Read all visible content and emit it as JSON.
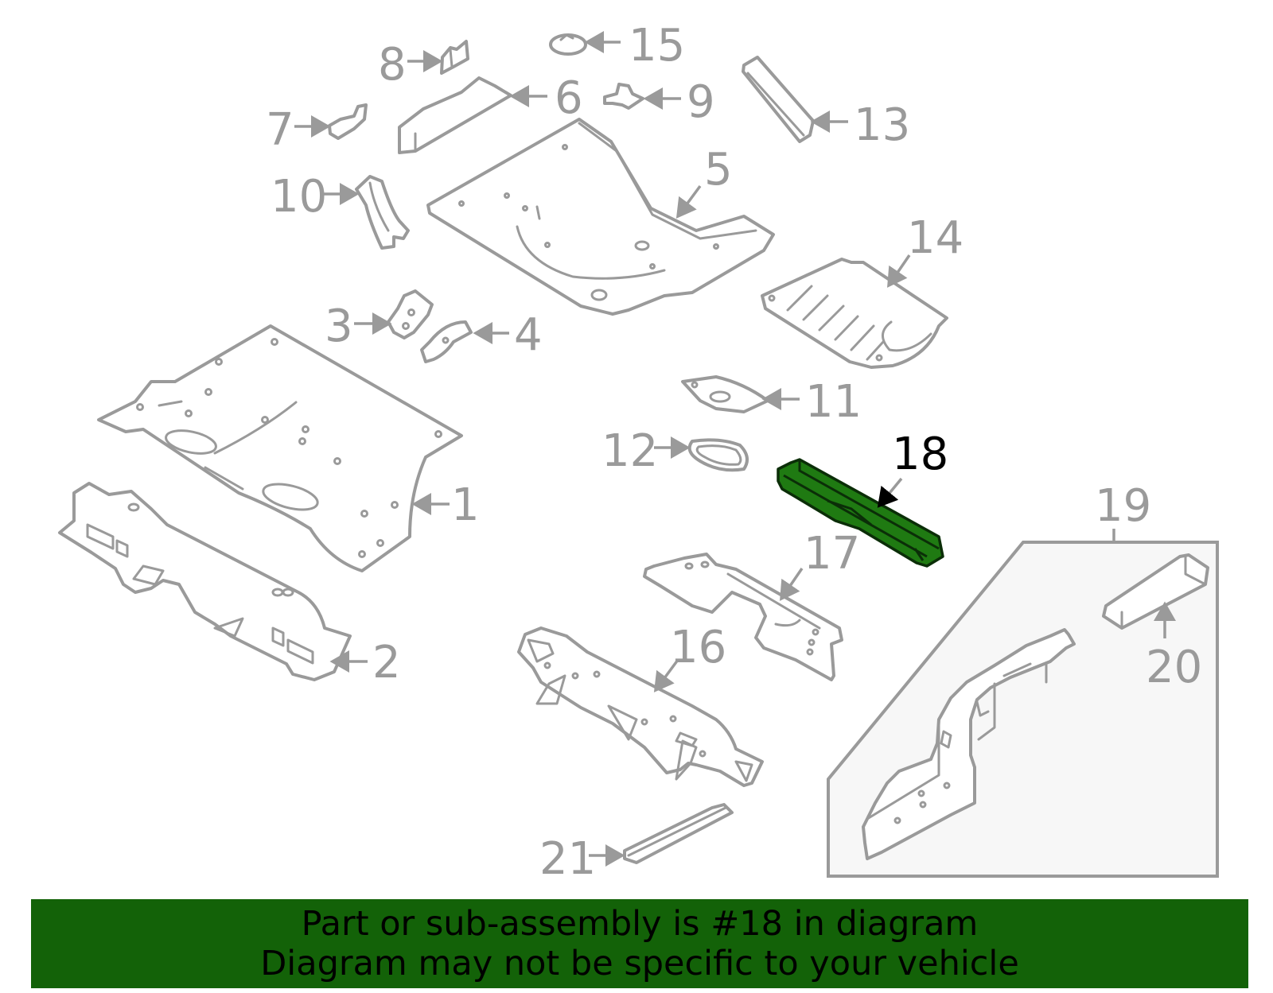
{
  "callouts": {
    "c1": "1",
    "c2": "2",
    "c3": "3",
    "c4": "4",
    "c5": "5",
    "c6": "6",
    "c7": "7",
    "c8": "8",
    "c9": "9",
    "c10": "10",
    "c11": "11",
    "c12": "12",
    "c13": "13",
    "c14": "14",
    "c15": "15",
    "c16": "16",
    "c17": "17",
    "c18": "18",
    "c19": "19",
    "c20": "20",
    "c21": "21"
  },
  "highlighted_part": "18",
  "colors": {
    "part_stroke": "#9a9a9a",
    "highlight_fill": "#1f7a12",
    "banner_background": "#136208",
    "banner_text": "#000000"
  },
  "banner": {
    "line1": "Part or sub-assembly is #18 in diagram",
    "line2": "Diagram may not be specific to your vehicle"
  }
}
